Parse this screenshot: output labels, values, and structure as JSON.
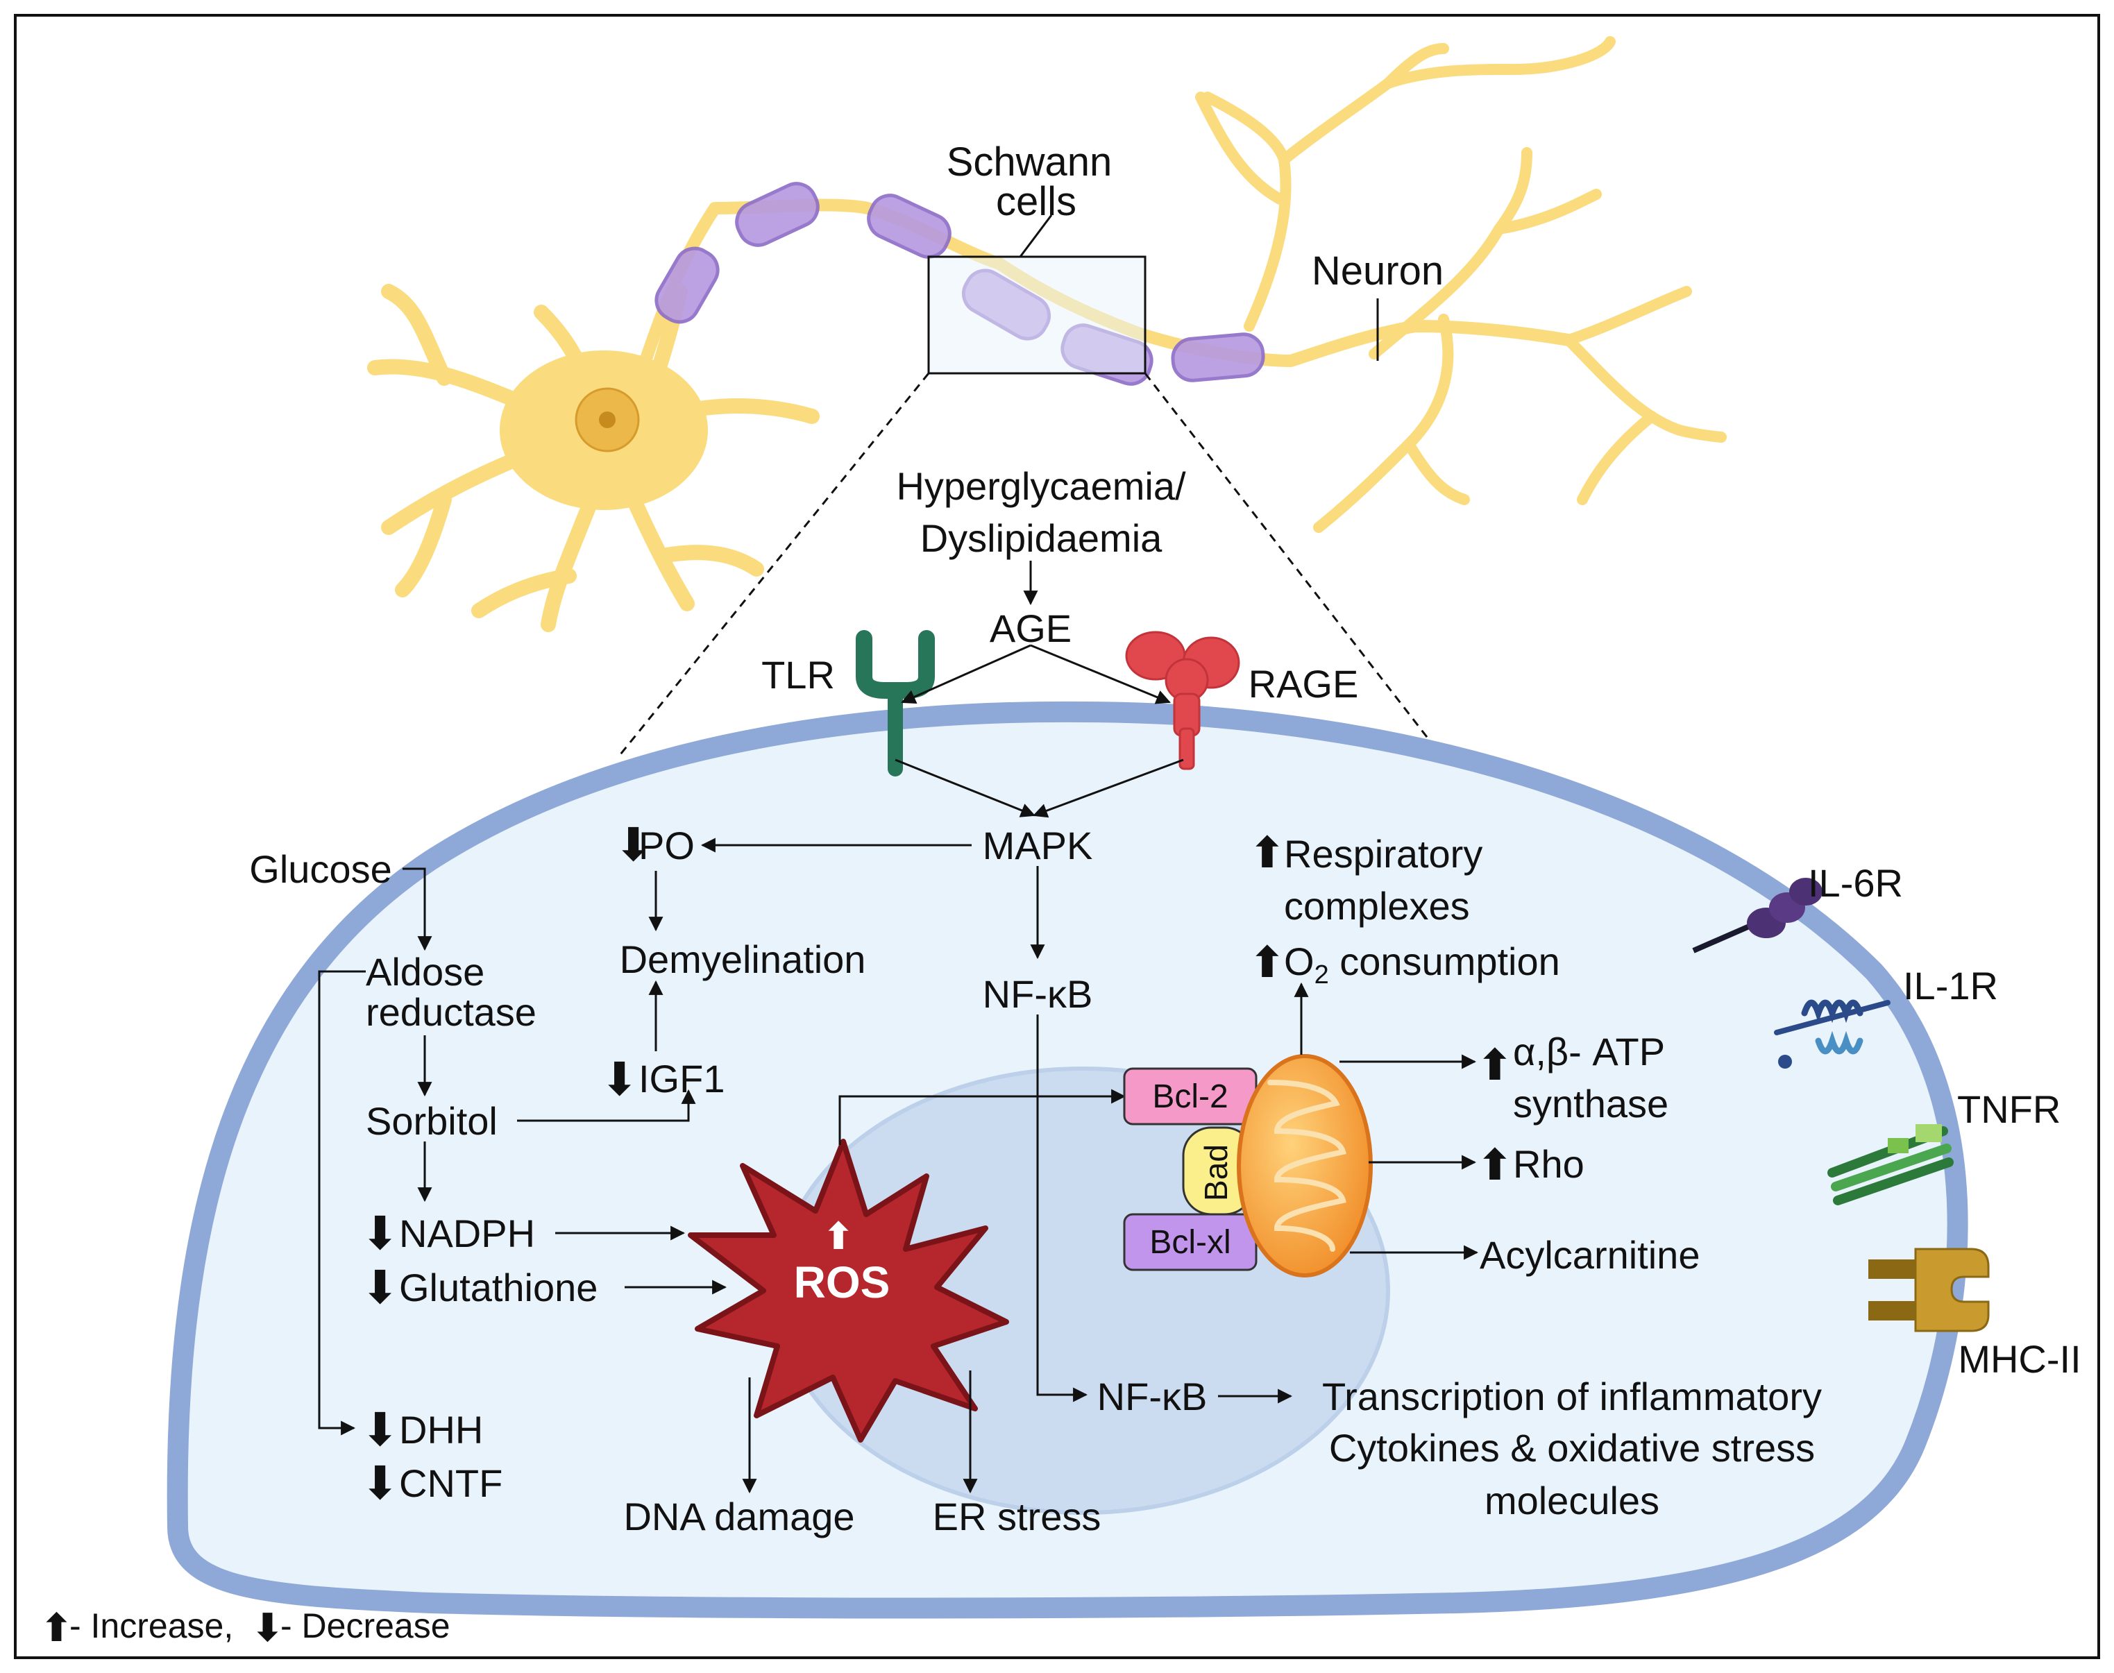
{
  "labels": {
    "schwann_1": "Schwann",
    "schwann_2": "cells",
    "neuron": "Neuron",
    "hyper_1": "Hyperglycaemia/",
    "hyper_2": "Dyslipidaemia",
    "age": "AGE",
    "tlr": "TLR",
    "rage": "RAGE",
    "mapk": "MAPK",
    "po": "PO",
    "demyelination": "Demyelination",
    "igf1": "IGF1",
    "glucose": "Glucose",
    "aldose_1": "Aldose",
    "aldose_2": "reductase",
    "sorbitol": "Sorbitol",
    "nadph": "NADPH",
    "glutathione": "Glutathione",
    "dhh": "DHH",
    "cntf": "CNTF",
    "ros": "ROS",
    "dna_damage": "DNA damage",
    "er_stress": "ER stress",
    "nfkb_1": "NF-κB",
    "nfkb_2": "NF-κB",
    "transcription_1": "Transcription of inflammatory",
    "transcription_2": "Cytokines & oxidative stress",
    "transcription_3": "molecules",
    "resp_1": "Respiratory",
    "resp_2": "complexes",
    "o2_a": "O",
    "o2_sub": "2",
    "o2_b": " consumption",
    "atp_1": "α,β- ATP",
    "atp_2": "synthase",
    "rho": "Rho",
    "acylcarnitine": "Acylcarnitine",
    "bcl2": "Bcl-2",
    "bad": "Bad",
    "bclxl": "Bcl-xl",
    "il6r": "IL-6R",
    "il1r": "IL-1R",
    "tnfr": "TNFR",
    "mhc2": "MHC-II",
    "legend_increase": "- Increase,",
    "legend_decrease": "- Decrease"
  },
  "colors": {
    "cell_fill": "#e9f3fc",
    "cell_membrane": "#8ea9d8",
    "nucleus_fill": "#cbdcf1",
    "neuron": "#fadc7e",
    "schwann": "#b79ae0",
    "ros_fill": "#b5262d",
    "ros_stroke": "#7a1418",
    "mito_fill": "#f5a443",
    "bcl2_fill": "#f59ac8",
    "bad_fill": "#fbef8c",
    "bclxl_fill": "#c295ec",
    "tlr": "#27765a",
    "rage": "#e0484e"
  }
}
